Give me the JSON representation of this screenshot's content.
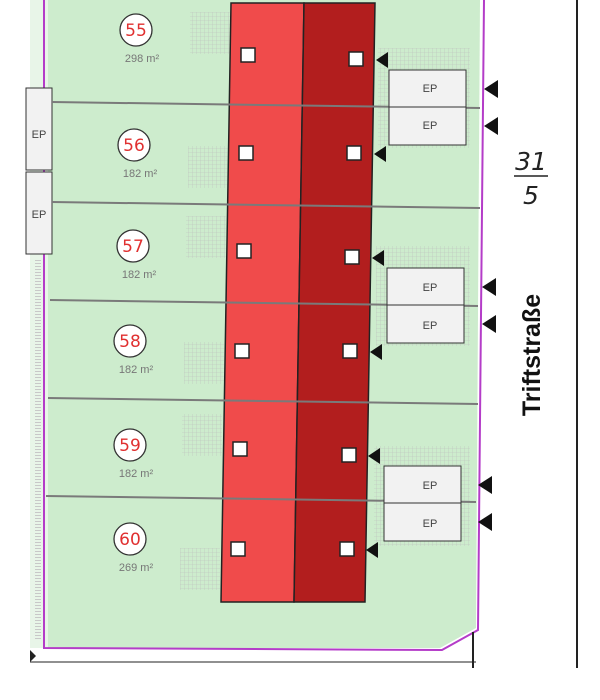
{
  "map": {
    "street_name": "Triftstraße",
    "parcel_number": {
      "numerator": "31",
      "denominator": "5"
    },
    "ep_label": "EP",
    "ep_left_partial": "EP",
    "plots": [
      {
        "number": "55",
        "area": "298 m²"
      },
      {
        "number": "56",
        "area": "182 m²"
      },
      {
        "number": "57",
        "area": "182 m²"
      },
      {
        "number": "58",
        "area": "182 m²"
      },
      {
        "number": "59",
        "area": "182 m²"
      },
      {
        "number": "60",
        "area": "269 m²"
      }
    ],
    "colors": {
      "lot_fill": "#cdeccd",
      "lot_border": "#b43cc8",
      "house_left": "#f04b4b",
      "house_right": "#b21e1e",
      "divider": "#7a7a7a",
      "plot_circle": "#e03030",
      "ep_fill": "#f2f2f2",
      "hatch": "#c8c8c8",
      "street_line": "#222222"
    }
  }
}
